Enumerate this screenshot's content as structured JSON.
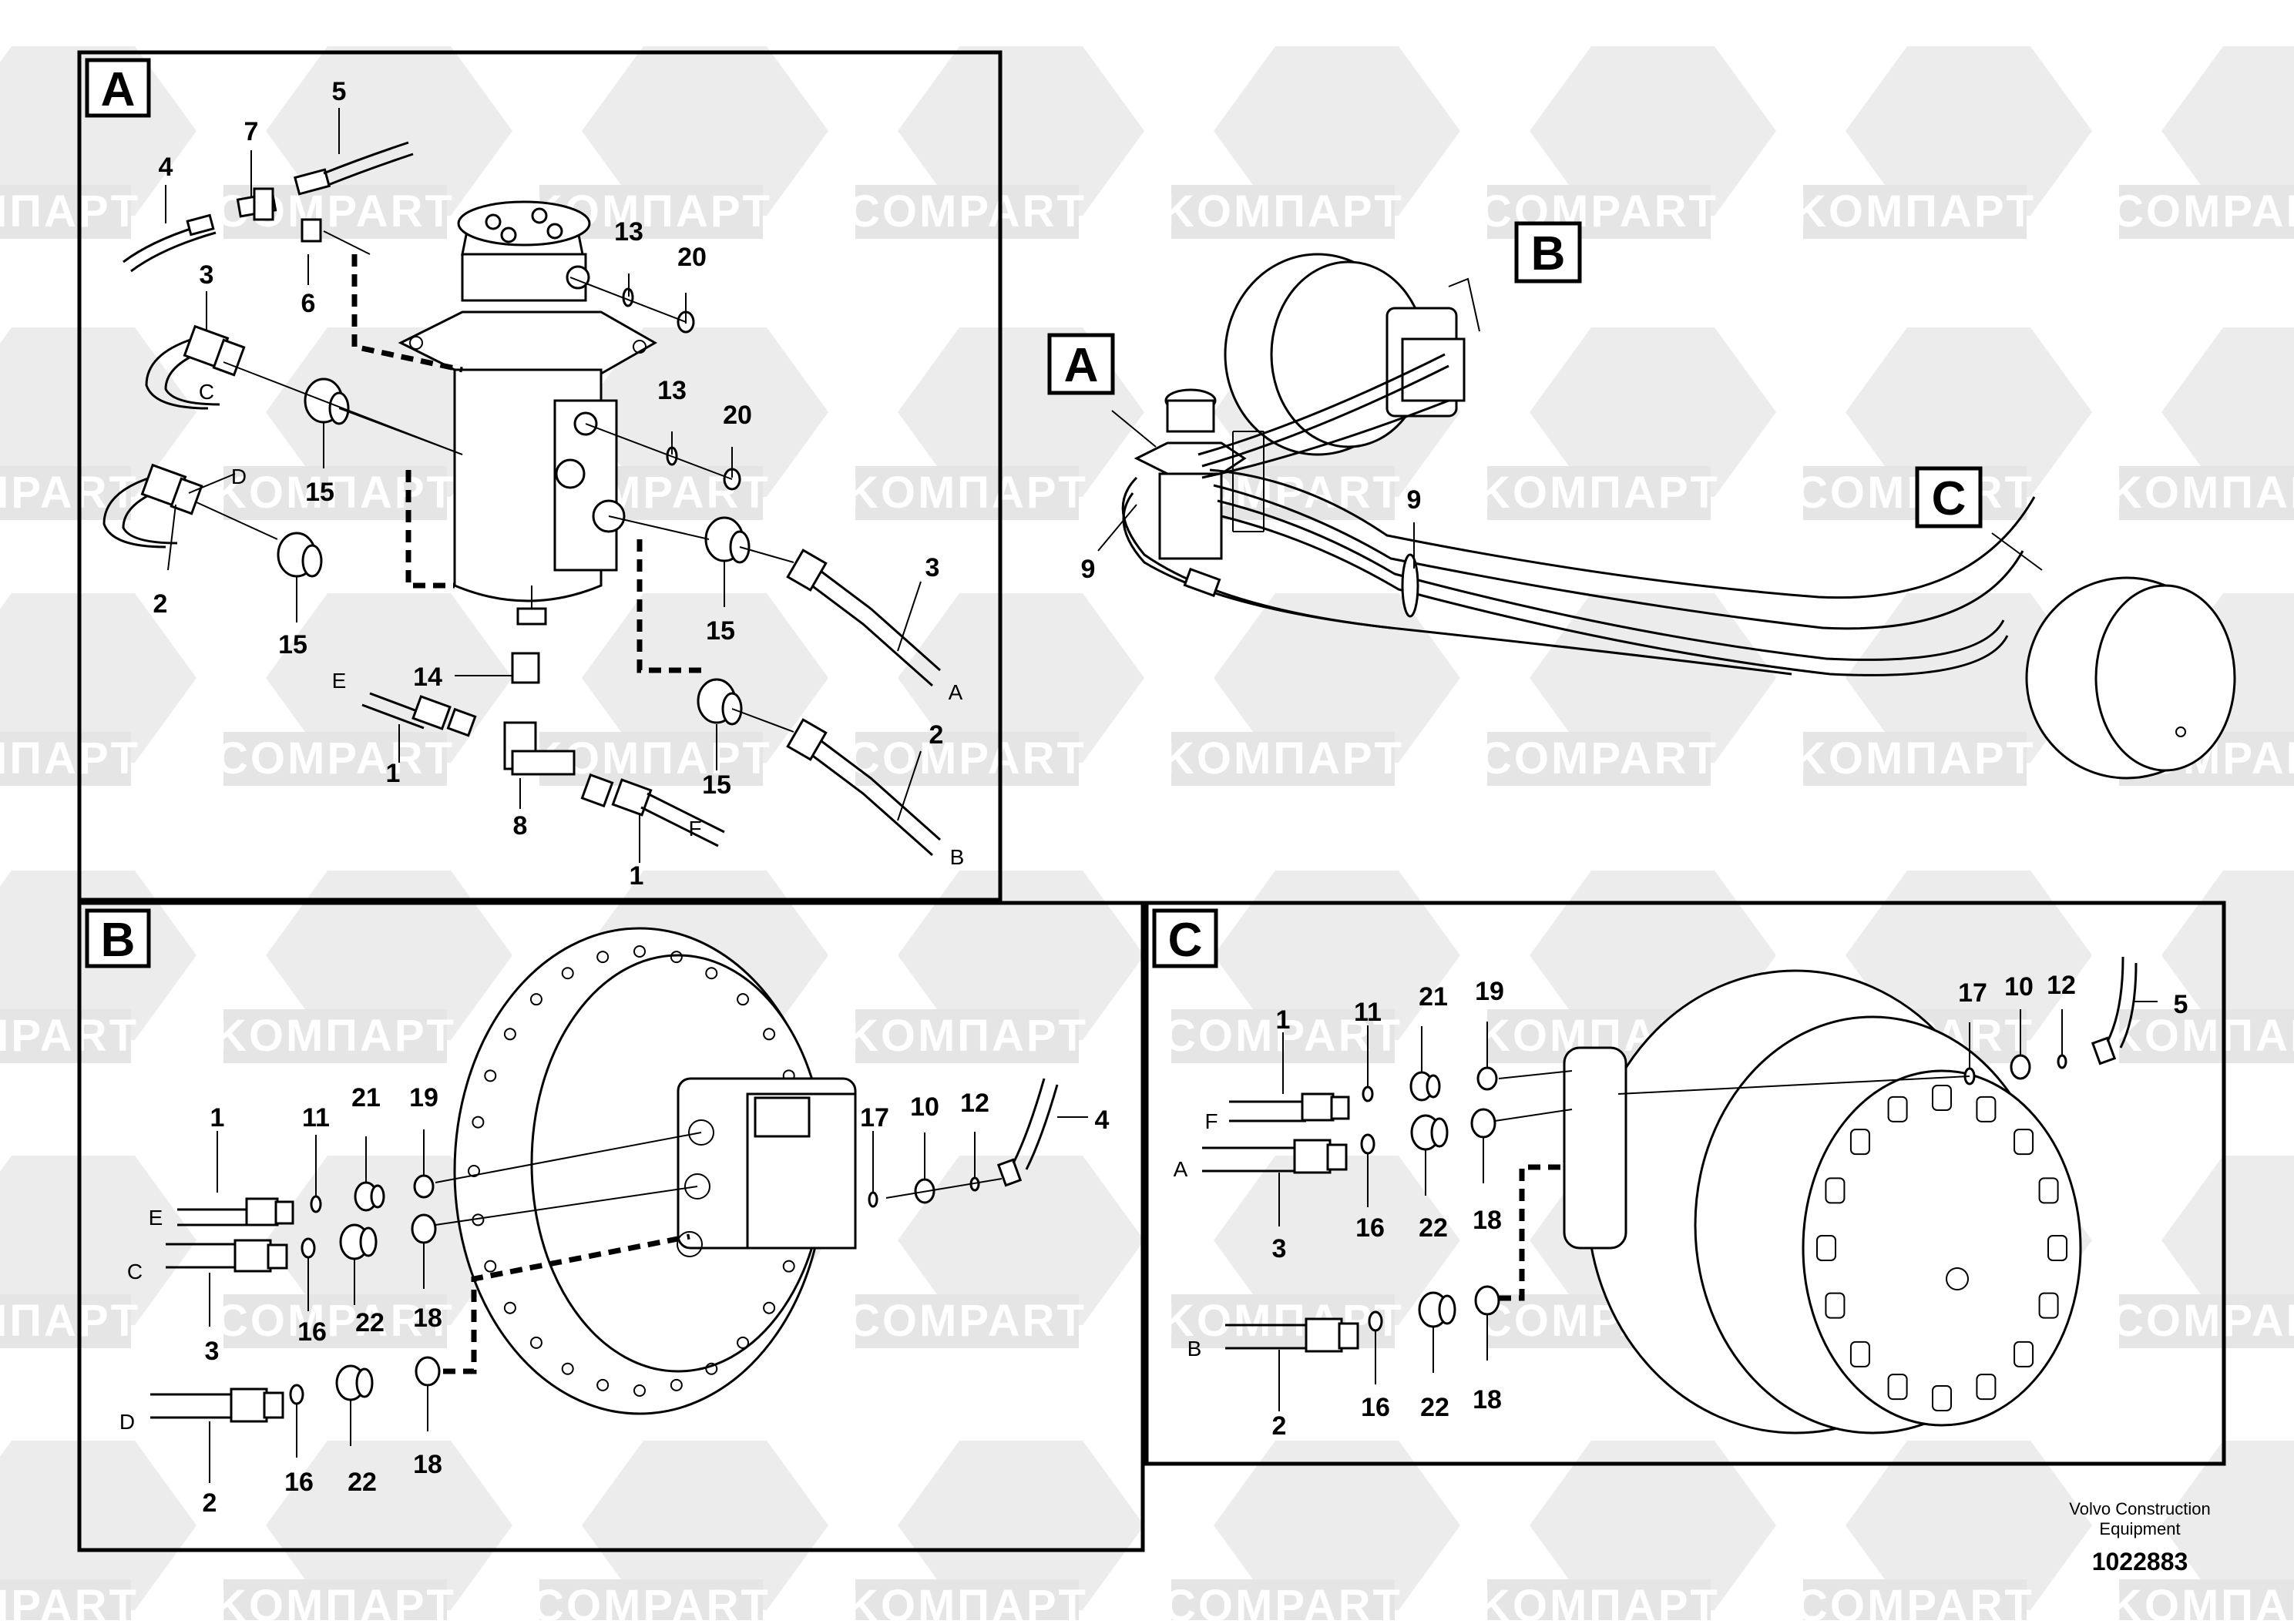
{
  "watermark": {
    "text_a": "KOMПAPT",
    "text_b": "COMPART"
  },
  "sections": {
    "A": "A",
    "B": "B",
    "C": "C"
  },
  "panel_a": {
    "callouts": [
      "4",
      "7",
      "5",
      "6",
      "3",
      "C",
      "13",
      "20",
      "13",
      "20",
      "D",
      "15",
      "2",
      "15",
      "15",
      "3",
      "A",
      "14",
      "E",
      "1",
      "8",
      "15",
      "2",
      "F",
      "1",
      "B"
    ]
  },
  "panel_b": {
    "callouts": [
      "1",
      "11",
      "21",
      "19",
      "17",
      "10",
      "12",
      "4",
      "E",
      "C",
      "3",
      "16",
      "22",
      "18",
      "D",
      "2",
      "16",
      "22",
      "18"
    ]
  },
  "panel_c": {
    "callouts": [
      "1",
      "11",
      "21",
      "19",
      "17",
      "10",
      "12",
      "5",
      "F",
      "A",
      "3",
      "16",
      "22",
      "18",
      "B",
      "2",
      "16",
      "22",
      "18"
    ]
  },
  "overview": {
    "callouts": [
      "9",
      "9"
    ]
  },
  "footer": {
    "brand_line1": "Volvo Construction",
    "brand_line2": "Equipment",
    "drawing_number": "1022883"
  }
}
